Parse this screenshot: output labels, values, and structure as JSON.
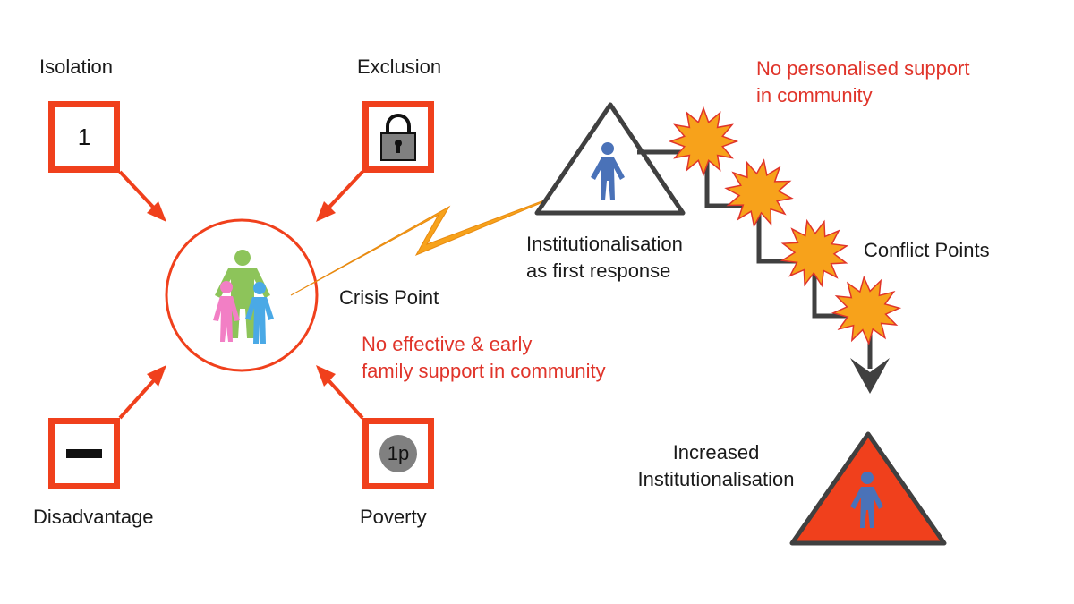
{
  "labels": {
    "isolation": "Isolation",
    "exclusion": "Exclusion",
    "disadvantage": "Disadvantage",
    "poverty": "Poverty",
    "crisis_point": "Crisis Point",
    "no_family_support": [
      "No effective & early",
      "family support in community"
    ],
    "institutionalisation_first": [
      "Institutionalisation",
      "as first response"
    ],
    "no_personalised_support": [
      "No personalised support",
      "in community"
    ],
    "conflict_points": "Conflict Points",
    "increased_institutionalisation": [
      "Increased",
      "Institutionalisation"
    ]
  },
  "icons": {
    "isolation_box": "1",
    "poverty_coin": "1p",
    "exclusion_box": "padlock-icon",
    "disadvantage_box": "minus-icon",
    "center": "family-icon",
    "crisis": "lightning-bolt-icon",
    "conflict": "starburst-icon",
    "person": "person-icon"
  },
  "colors": {
    "accent_red": "#f0401c",
    "text_red": "#e0342a",
    "bolt_orange": "#f7a21b",
    "star_orange": "#f7a21b",
    "triangle_red": "#f0401c",
    "person_blue": "#4a72b8",
    "path_gray": "#404040"
  }
}
